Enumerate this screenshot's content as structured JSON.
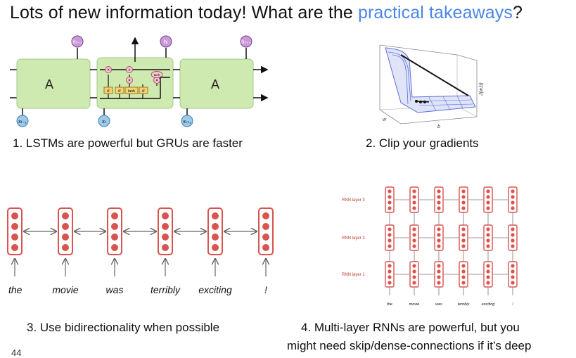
{
  "title": {
    "prefix": "Lots of new information today! What are the ",
    "highlight": "practical takeaways",
    "suffix": "?"
  },
  "colors": {
    "accent": "#4a86e8",
    "lstm_cell": "#cfeab0",
    "rnn_unit": "#d9534f"
  },
  "panel1": {
    "caption": "1. LSTMs are powerful but GRUs are faster",
    "cell_label": "A",
    "outputs": [
      "hₜ₋₁",
      "hₜ",
      "hₜ₊₁"
    ],
    "inputs": [
      "xₜ₋₁",
      "xₜ",
      "xₜ₊₁"
    ],
    "gates": [
      "σ",
      "σ",
      "tanh",
      "σ"
    ],
    "ops": [
      "×",
      "+",
      "×",
      "×"
    ],
    "tanh_label": "tanh"
  },
  "panel2": {
    "caption": "2. Clip your gradients",
    "axis_w": "w",
    "axis_b": "b",
    "axis_j": "J(w,b)"
  },
  "panel3": {
    "caption": "3. Use bidirectionality when possible",
    "words": [
      "the",
      "movie",
      "was",
      "terribly",
      "exciting",
      "!"
    ]
  },
  "panel4": {
    "caption_line1": "4. Multi-layer RNNs are powerful, but you",
    "caption_line2": "might need skip/dense-connections if it’s deep",
    "layers": [
      "RNN layer 3",
      "RNN layer 2",
      "RNN layer 1"
    ],
    "words": [
      "the",
      "movie",
      "was",
      "terribly",
      "exciting",
      "!"
    ]
  },
  "page_number": "44"
}
